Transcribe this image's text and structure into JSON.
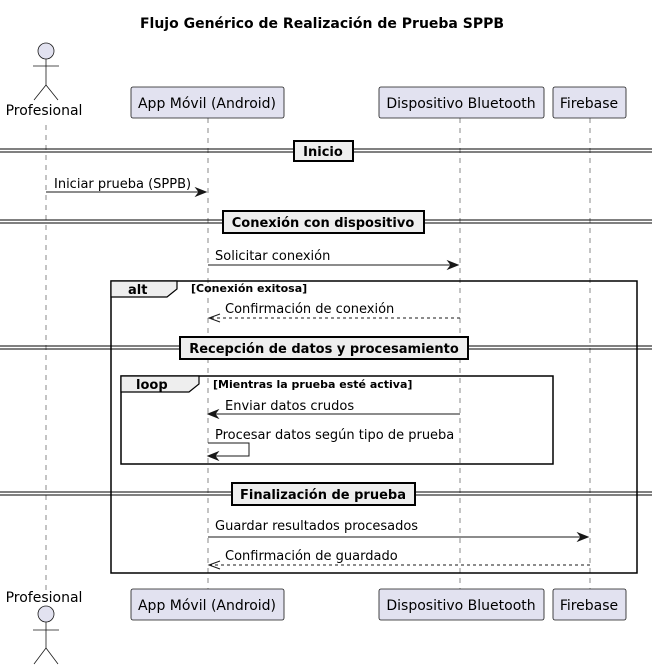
{
  "title": "Flujo Genérico de Realización de Prueba SPPB",
  "participants": {
    "profesional": "Profesional",
    "app": "App Móvil (Android)",
    "bt": "Dispositivo Bluetooth",
    "firebase": "Firebase"
  },
  "dividers": {
    "inicio": "Inicio",
    "conexion": "Conexión con dispositivo",
    "recepcion": "Recepción de datos y procesamiento",
    "finalizacion": "Finalización de prueba"
  },
  "fragments": {
    "alt": {
      "label": "alt",
      "guard": "[Conexión exitosa]"
    },
    "loop": {
      "label": "loop",
      "guard": "[Mientras la prueba esté activa]"
    }
  },
  "messages": {
    "iniciar": "Iniciar prueba (SPPB)",
    "solicitar": "Solicitar conexión",
    "confirmacion_conexion": "Confirmación de conexión",
    "enviar": "Enviar datos crudos",
    "procesar": "Procesar datos según tipo de prueba",
    "guardar": "Guardar resultados procesados",
    "confirmacion_guardado": "Confirmación de guardado"
  }
}
